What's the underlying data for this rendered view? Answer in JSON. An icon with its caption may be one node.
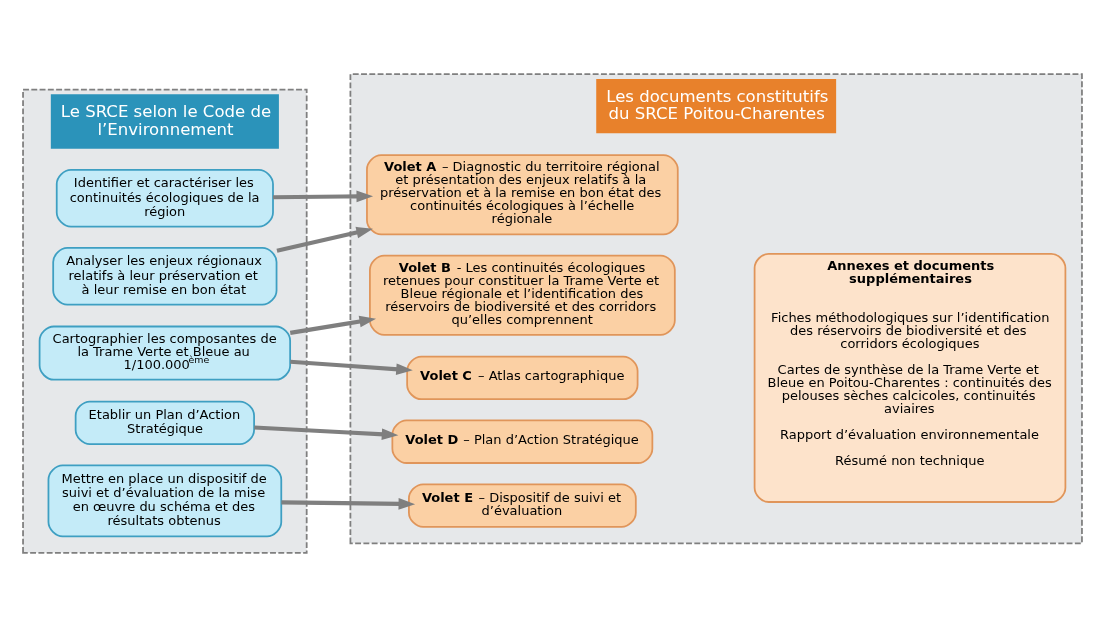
{
  "diagram": {
    "nodes": [
      {
        "text": [
          "Le SRCE selon le Code de l’Environnement"
        ]
      },
      {
        "text": [
          "Identifier et caractériser les continuités écologiques de la région"
        ],
        "in": 0
      },
      {
        "text": [
          "Analyser les enjeux régionaux relatifs à leur préservation et à leur remise en bon état"
        ],
        "in": 0
      },
      {
        "text": [
          "Cartographier les composantes de la Trame Verte et Bleue au 1/100.000$^{ème}$"
        ],
        "in": 0
      },
      {
        "text": [
          "Etablir un Plan d’Action Stratégique"
        ],
        "in": 0
      },
      {
        "text": [
          "Mettre en place un dispositif de suivi et d’évaluation de la mise en œuvre du schéma et des résultats obtenus"
        ],
        "in": 0
      },
      {
        "text": [
          "Les documents constitutifs du SRCE Poitou-Charentes"
        ]
      },
      {
        "text": [
          "**Volet A** – Diagnostic du territoire régional et présentation des enjeux relatifs à la préservation et à la remise en bon état des continuités écologiques à l’échelle régionale"
        ],
        "in": 6
      },
      {
        "text": [
          "**Volet B** - Les continuités écologiques retenues pour constituer la Trame Verte et Bleue régionale et l’identification des réservoirs de biodiversité et des corridors qu’elles comprennent"
        ],
        "in": 6
      },
      {
        "text": [
          "**Volet C** – Atlas cartographique"
        ],
        "in": 6
      },
      {
        "text": [
          "**Volet D** – Plan d’Action Stratégique"
        ],
        "in": 6
      },
      {
        "text": [
          "**Volet E** – Dispositif de suivi et d’évaluation"
        ],
        "in": 6
      },
      {
        "text": [
          "Annexes et documents supplémentaires",
          "Fiches méthodologiques sur l’identification des réservoirs de biodiversité et des corridors écologiques",
          "Cartes de synthèse de la Trame Verte et Bleue en Poitou-Charentes : continuités des pelouses sèches calcicoles, continuités aviaires",
          "Rapport d’évaluation environnementale",
          "Résumé non technique"
        ],
        "in": 6
      }
    ],
    "edges": [
      {
        "from": 1,
        "to": 7,
        "arrow": "to"
      },
      {
        "from": 2,
        "to": 7,
        "arrow": "to"
      },
      {
        "from": 3,
        "to": 8,
        "arrow": "to"
      },
      {
        "from": 3,
        "to": 9,
        "arrow": "to"
      },
      {
        "from": 4,
        "to": 10,
        "arrow": "to"
      },
      {
        "from": 5,
        "to": 11,
        "arrow": "to"
      }
    ]
  }
}
